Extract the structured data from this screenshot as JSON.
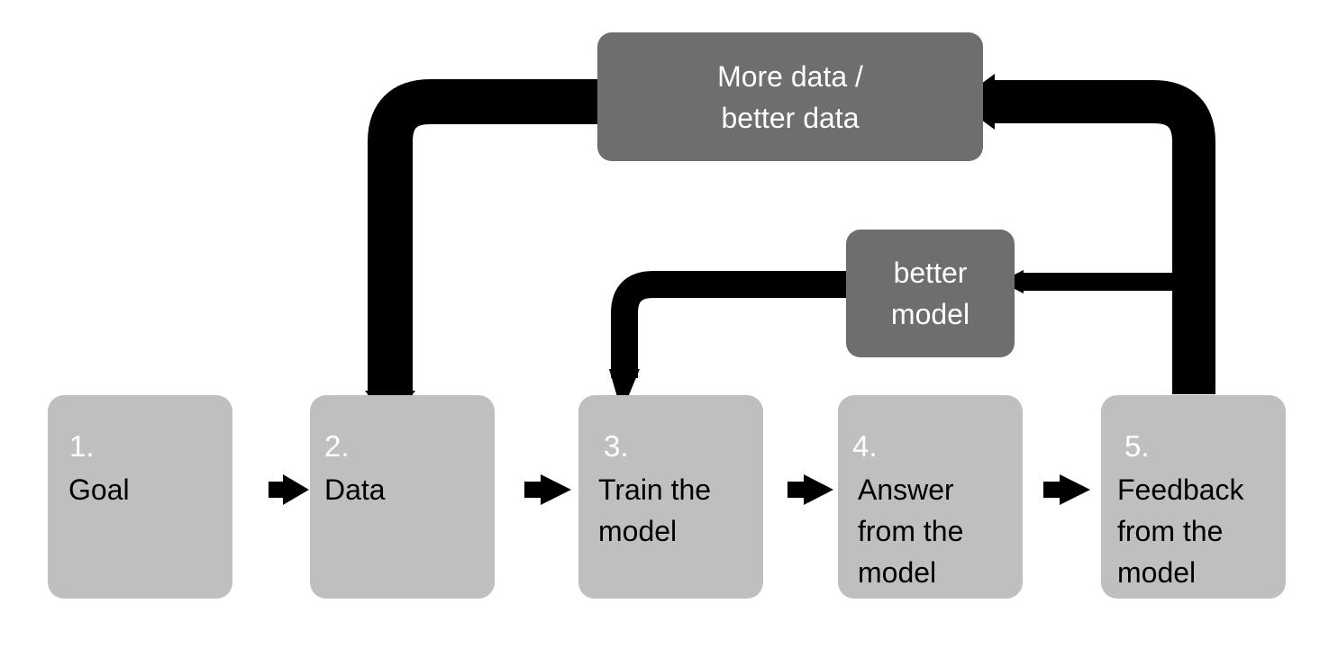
{
  "steps": [
    {
      "number": "1.",
      "label": "Goal"
    },
    {
      "number": "2.",
      "label": "Data"
    },
    {
      "number": "3.",
      "label": "Train the\nmodel"
    },
    {
      "number": "4.",
      "label": "Answer\nfrom the\nmodel"
    },
    {
      "number": "5.",
      "label": "Feedback\nfrom the\nmodel"
    }
  ],
  "loops": {
    "outer_label": "More data /\nbetter data",
    "inner_label": "better\nmodel"
  },
  "colors": {
    "step_box": "#bfbfc1",
    "loop_box": "#6e6e70",
    "arrow": "#000000",
    "step_number": "#ffffff",
    "step_text": "#000000"
  }
}
